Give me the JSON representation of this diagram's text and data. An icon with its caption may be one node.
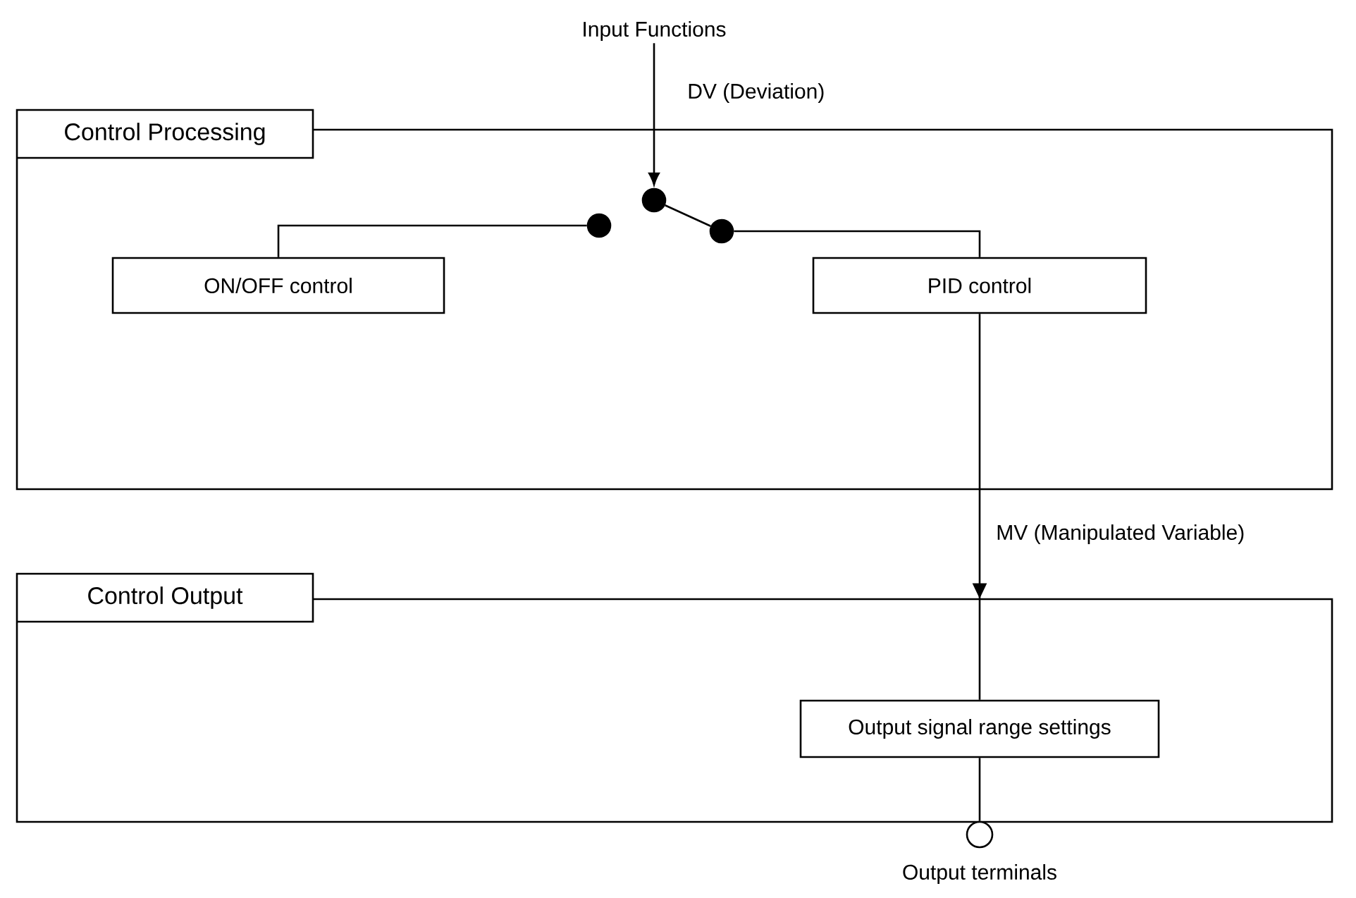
{
  "diagram": {
    "nodes": [
      {
        "text": [
          "Input Functions"
        ]
      },
      {
        "text": [
          "Control Processing"
        ]
      },
      {
        "text": [],
        "shape": "circle",
        "in": 1
      },
      {
        "text": [],
        "shape": "circle",
        "in": 1
      },
      {
        "text": [],
        "shape": "circle",
        "in": 1
      },
      {
        "text": [
          "ON/OFF control"
        ],
        "in": 1
      },
      {
        "text": [
          "PID control"
        ],
        "in": 1
      },
      {
        "text": [
          "Control Output"
        ]
      },
      {
        "text": [
          "Output signal range settings"
        ],
        "in": 7
      },
      {
        "text": [],
        "shape": "circle",
        "beside": [
          "Output terminals"
        ]
      }
    ],
    "edges": [
      {
        "from": 0,
        "to": 2,
        "arrow": "to",
        "label": "DV (Deviation)"
      },
      {
        "from": 2,
        "to": 4,
        "arrow": "none"
      },
      {
        "from": 3,
        "to": 5,
        "arrow": "none"
      },
      {
        "from": 4,
        "to": 6,
        "arrow": "none"
      },
      {
        "from": 6,
        "to": 8,
        "arrow": "to",
        "label": "MV (Manipulated Variable)"
      },
      {
        "from": 8,
        "to": 9,
        "arrow": "none"
      }
    ]
  }
}
